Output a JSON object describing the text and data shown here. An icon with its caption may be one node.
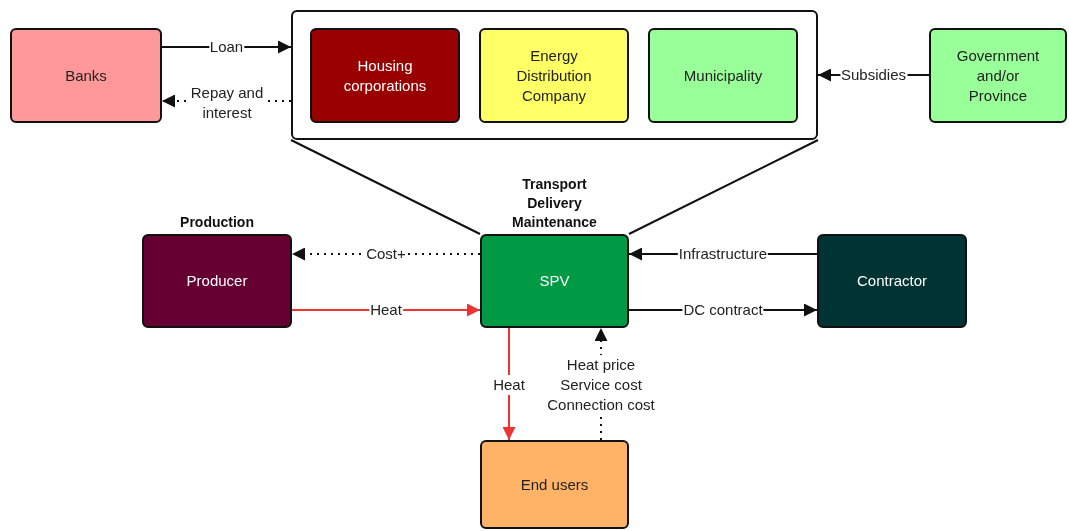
{
  "diagram": {
    "nodes": [
      {
        "text": [
          "Banks"
        ]
      },
      {
        "text": [],
        "shape": "box"
      },
      {
        "text": [
          "Housing corporations"
        ],
        "in": 1
      },
      {
        "text": [
          "Energy Distribution Company"
        ],
        "in": 1
      },
      {
        "text": [
          "Municipality"
        ],
        "in": 1
      },
      {
        "text": [
          "Government and/or Province"
        ]
      },
      {
        "text": [
          "Producer"
        ],
        "beside": [
          "Production"
        ]
      },
      {
        "text": [
          "SPV"
        ],
        "beside": [
          "Transport Delivery Maintenance"
        ]
      },
      {
        "text": [
          "Contractor"
        ]
      },
      {
        "text": [
          "End users"
        ]
      }
    ],
    "edges": [
      {
        "from": 0,
        "to": 1,
        "arrow": "to",
        "label": "Loan"
      },
      {
        "from": 1,
        "to": 0,
        "arrow": "to",
        "label": "Repay and interest",
        "style": "dashed"
      },
      {
        "from": 5,
        "to": 1,
        "arrow": "to",
        "label": "Subsidies"
      },
      {
        "from": 7,
        "to": 6,
        "arrow": "to",
        "label": "Cost+",
        "style": "dashed"
      },
      {
        "from": 6,
        "to": 7,
        "arrow": "to",
        "label": "Heat",
        "color": "#ee3333"
      },
      {
        "from": 8,
        "to": 7,
        "arrow": "to",
        "label": "Infrastructure"
      },
      {
        "from": 7,
        "to": 8,
        "arrow": "to",
        "label": "DC contract"
      },
      {
        "from": 7,
        "to": 9,
        "arrow": "to",
        "label": "Heat",
        "color": "#ee3333"
      },
      {
        "from": 9,
        "to": 7,
        "arrow": "to",
        "label": "Heat price Service cost Connection cost",
        "style": "dashed"
      },
      {
        "from": 1,
        "to": 7,
        "arrow": "none"
      }
    ]
  }
}
